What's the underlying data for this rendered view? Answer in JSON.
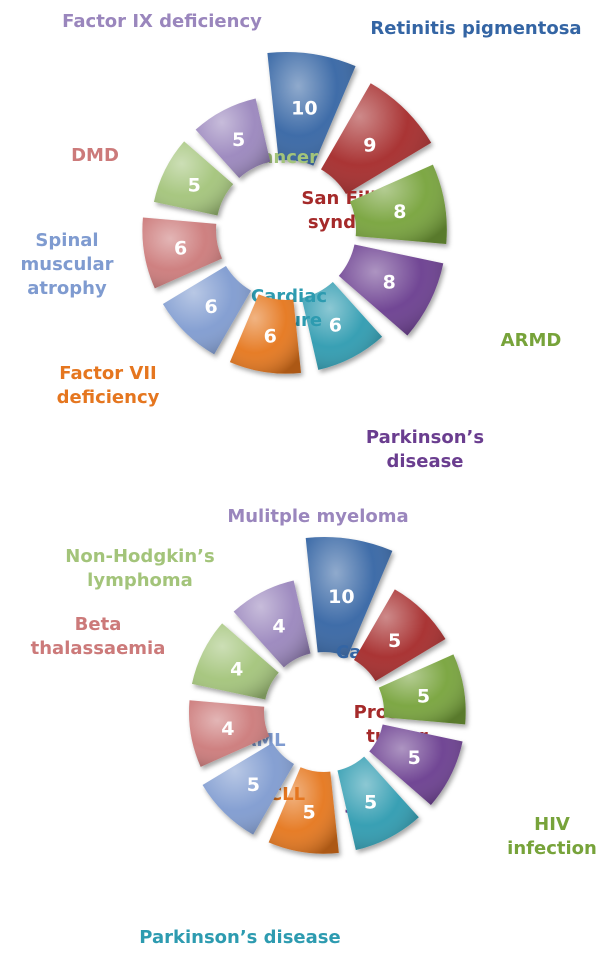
{
  "chart_data": [
    {
      "type": "pie",
      "segments": [
        {
          "label": "Retinitis pigmentosa",
          "value": 10,
          "color": "#3465a4"
        },
        {
          "label": "San Filippo syndrome",
          "value": 9,
          "color": "#a52a2a"
        },
        {
          "label": "ARMD",
          "value": 8,
          "color": "#77a33a"
        },
        {
          "label": "Parkinson’s disease",
          "value": 8,
          "color": "#6a3d8f"
        },
        {
          "label": "Cardiac failure",
          "value": 6,
          "color": "#2d9bb0"
        },
        {
          "label": "Factor VII deficiency",
          "value": 6,
          "color": "#e5761f"
        },
        {
          "label": "Spinal muscular atrophy",
          "value": 6,
          "color": "#7f9bd0"
        },
        {
          "label": "DMD",
          "value": 6,
          "color": "#cc7a7a"
        },
        {
          "label": "Cancer",
          "value": 5,
          "color": "#a3c47a"
        },
        {
          "label": "Factor IX deficiency",
          "value": 5,
          "color": "#9a86bd"
        }
      ]
    },
    {
      "type": "pie",
      "segments": [
        {
          "label": "Cancer",
          "value": 10,
          "color": "#3465a4"
        },
        {
          "label": "Prostate tumor",
          "value": 5,
          "color": "#a52a2a"
        },
        {
          "label": "HIV infection",
          "value": 5,
          "color": "#77a33a"
        },
        {
          "label": "SCID",
          "value": 5,
          "color": "#6a3d8f"
        },
        {
          "label": "Parkinson’s disease",
          "value": 5,
          "color": "#2d9bb0"
        },
        {
          "label": "CLL",
          "value": 5,
          "color": "#e5761f"
        },
        {
          "label": "AML",
          "value": 5,
          "color": "#7f9bd0"
        },
        {
          "label": "Beta thalassaemia",
          "value": 4,
          "color": "#cc7a7a"
        },
        {
          "label": "Non-Hodgkin’s lymphoma",
          "value": 4,
          "color": "#a3c47a"
        },
        {
          "label": "Mulitple myeloma",
          "value": 4,
          "color": "#9a86bd"
        }
      ]
    }
  ]
}
